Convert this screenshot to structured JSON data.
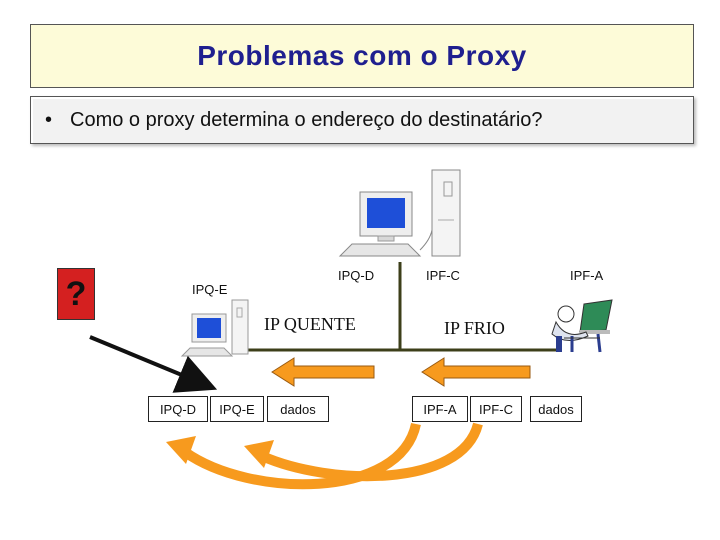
{
  "title": "Problemas com o Proxy",
  "question": "Como o proxy determina o endereço do destinatário?",
  "hosts": {
    "ipq_d": "IPQ-D",
    "ipq_e": "IPQ-E",
    "ipf_c": "IPF-C",
    "ipf_a": "IPF-A"
  },
  "networks": {
    "hot": "IP QUENTE",
    "cold": "IP FRIO"
  },
  "question_mark": "?",
  "packet_left": [
    "IPQ-D",
    "IPQ-E",
    "dados"
  ],
  "packet_right": [
    "IPF-A",
    "IPF-C",
    "dados"
  ],
  "colors": {
    "title_bg": "#fdfbd8",
    "title_text": "#1f1f8f",
    "arrow_orange": "#f79a1e",
    "line_green": "#3c3f1a",
    "question_red": "#d42020"
  },
  "icons": [
    "desktop-computer-icon",
    "person-at-computer-icon"
  ]
}
